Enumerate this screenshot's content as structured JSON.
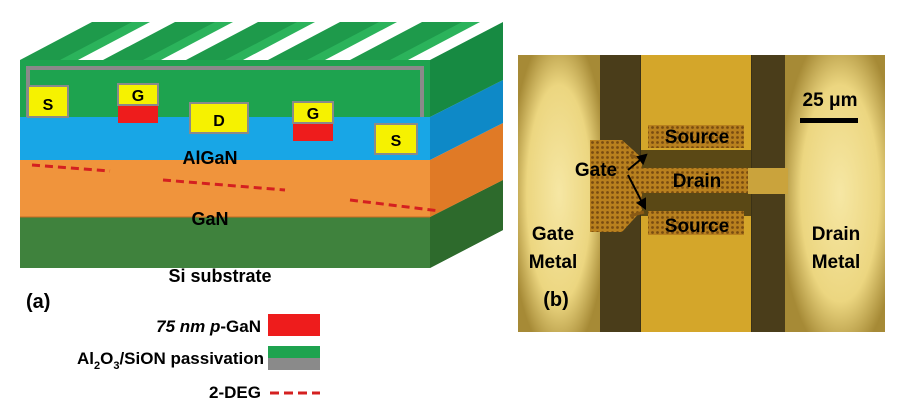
{
  "panel_a": {
    "panel_label": "(a)",
    "layers": {
      "algan": "AlGaN",
      "gan": "GaN",
      "si": "Si substrate"
    },
    "electrodes": {
      "source_left": "S",
      "gate_left": "G",
      "drain": "D",
      "gate_right": "G",
      "source_right": "S"
    },
    "legend": {
      "pgan": {
        "thickness": "75 nm",
        "material_italic": "p",
        "material_rest": "-GaN"
      },
      "passivation": {
        "al": "Al",
        "sub2": "2",
        "o": "O",
        "sub3": "3",
        "rest": "/SiON passivation"
      },
      "twodeg": "2-DEG"
    },
    "colors": {
      "algan": "#18a6e6",
      "gan": "#f0943c",
      "si": "#3e7f3c",
      "electrode": "#f6f200",
      "pgan": "#ee1c1c",
      "passivation_green": "#1ea34f",
      "passivation_gray": "#8a8a8a",
      "twodeg": "#d42020"
    }
  },
  "panel_b": {
    "panel_label": "(b)",
    "scale_bar": "25 μm",
    "labels": {
      "source_top": "Source",
      "drain": "Drain",
      "source_bottom": "Source",
      "gate": "Gate",
      "gate_metal_1": "Gate",
      "gate_metal_2": "Metal",
      "drain_metal_1": "Drain",
      "drain_metal_2": "Metal"
    }
  }
}
